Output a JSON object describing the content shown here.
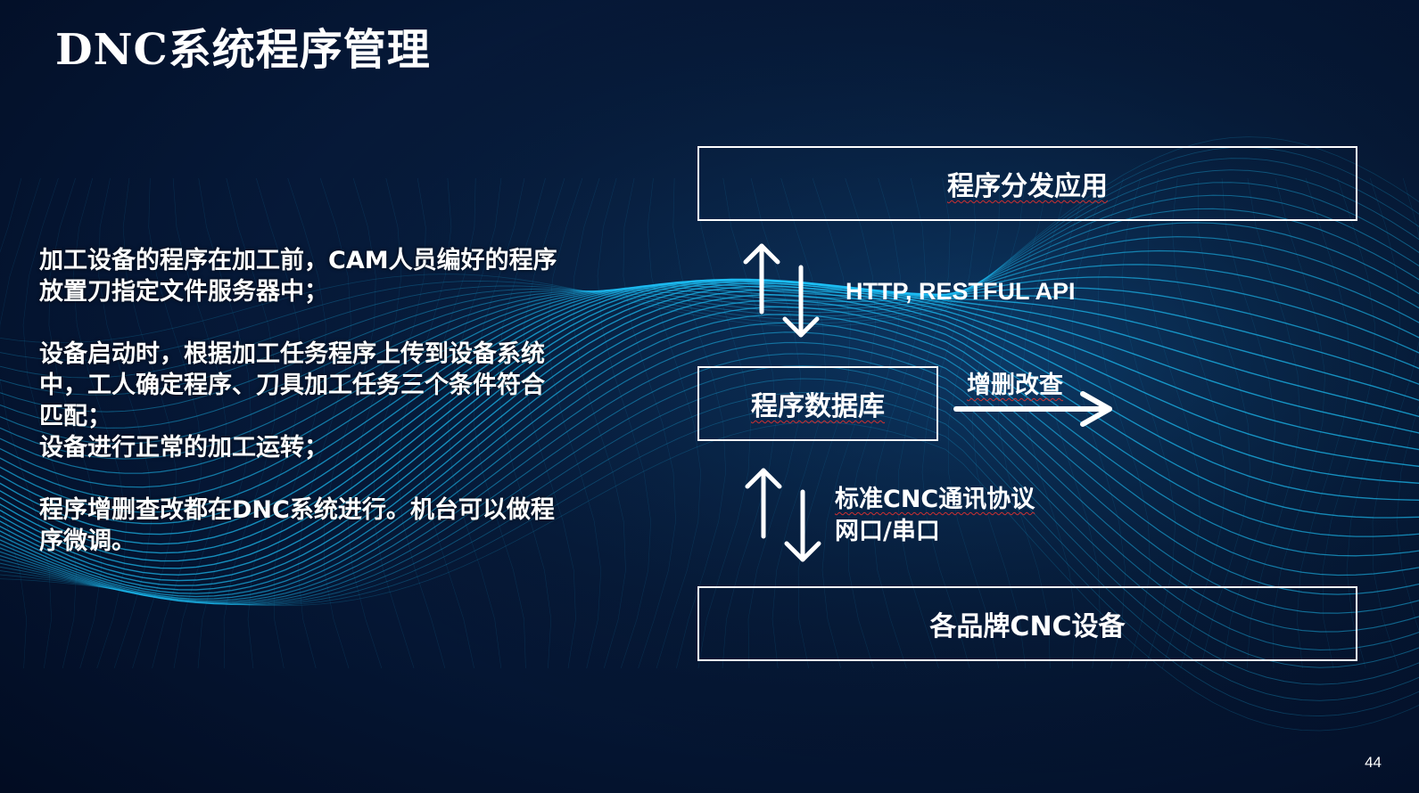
{
  "slide": {
    "title": "DNC系统程序管理",
    "page_number": "44"
  },
  "left_text": {
    "p1_line1": "加工设备的程序在加工前，CAM人员编好的程序",
    "p1_line2": "放置刀指定文件服务器中；",
    "p2_line1": "设备启动时，根据加工任务程序上传到设备系统",
    "p2_line2": "中，工人确定程序、刀具加工任务三个条件符合",
    "p2_line3": "匹配；",
    "p3_line1": "设备进行正常的加工运转；",
    "p4_line1": "程序增删查改都在DNC系统进行。机台可以做程",
    "p4_line2": "序微调。"
  },
  "diagram": {
    "top_box": "程序分发应用",
    "middle_box": "程序数据库",
    "bottom_box": "各品牌CNC设备",
    "http_label": "HTTP, RESTFUL API",
    "crud_label": "增删改查",
    "protocol_line1": "标准CNC通讯协议",
    "protocol_line2": "网口/串口"
  },
  "colors": {
    "background": "#061a3a",
    "wave": "#1ec8ff",
    "text": "#ffffff"
  }
}
